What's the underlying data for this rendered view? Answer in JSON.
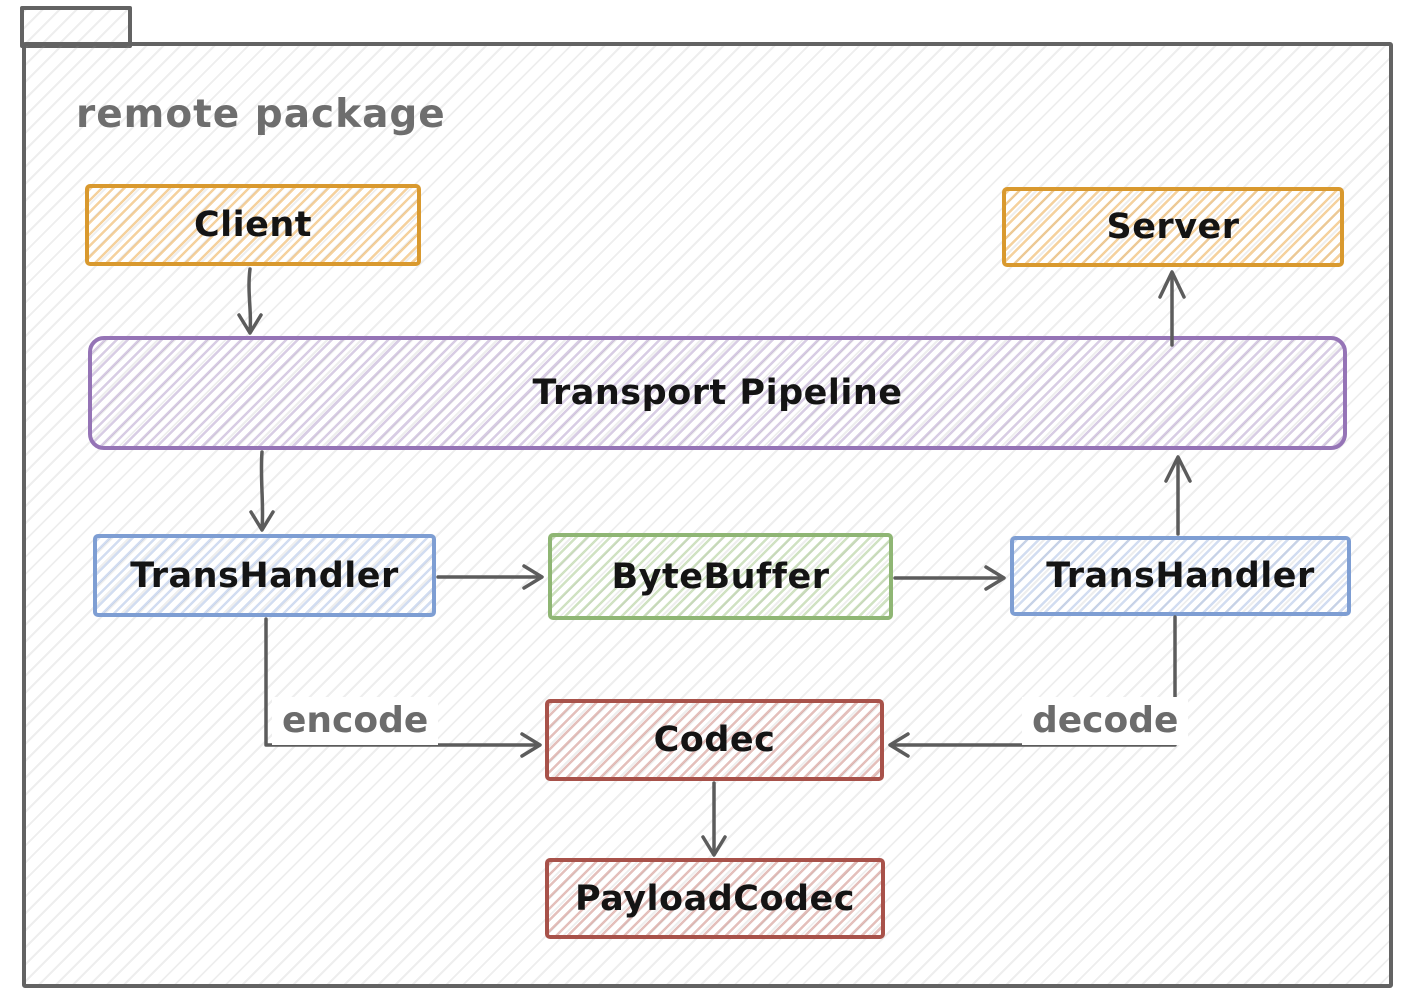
{
  "package": {
    "label": "remote package"
  },
  "nodes": {
    "client": {
      "label": "Client",
      "color": "#d9992e"
    },
    "server": {
      "label": "Server",
      "color": "#d9992e"
    },
    "transport_pipeline": {
      "label": "Transport Pipeline",
      "color": "#9574b6"
    },
    "trans_handler_left": {
      "label": "TransHandler",
      "color": "#7e9ed3"
    },
    "byte_buffer": {
      "label": "ByteBuffer",
      "color": "#8fb674"
    },
    "trans_handler_right": {
      "label": "TransHandler",
      "color": "#7e9ed3"
    },
    "codec": {
      "label": "Codec",
      "color": "#a8524a"
    },
    "payload_codec": {
      "label": "PayloadCodec",
      "color": "#a8524a"
    }
  },
  "edge_labels": {
    "encode": "encode",
    "decode": "decode"
  },
  "edges": [
    {
      "from": "Client",
      "to": "Transport Pipeline"
    },
    {
      "from": "Transport Pipeline",
      "to": "Server"
    },
    {
      "from": "Transport Pipeline",
      "to": "TransHandler (left)"
    },
    {
      "from": "TransHandler (left)",
      "to": "ByteBuffer"
    },
    {
      "from": "ByteBuffer",
      "to": "TransHandler (right)"
    },
    {
      "from": "TransHandler (right)",
      "to": "Transport Pipeline"
    },
    {
      "from": "TransHandler (left)",
      "to": "Codec",
      "label": "encode"
    },
    {
      "from": "TransHandler (right)",
      "to": "Codec",
      "label": "decode"
    },
    {
      "from": "Codec",
      "to": "PayloadCodec"
    }
  ],
  "colors": {
    "package_border": "#636363",
    "arrow": "#5c5c5c",
    "package_label_text": "#6e6e6e",
    "edge_label_text": "#6c6c6c",
    "node_text": "#141414"
  }
}
